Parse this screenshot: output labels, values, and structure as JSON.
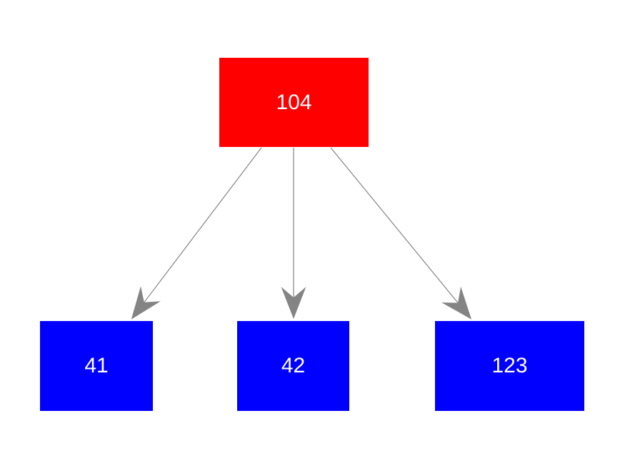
{
  "diagram": {
    "type": "tree-graph",
    "background_color": "#ffffff",
    "edge_color": "#848484",
    "nodes": [
      {
        "id": "104",
        "label": "104",
        "shape": "box",
        "color": "#ff0000",
        "text_color": "#ffffff",
        "level": "root"
      },
      {
        "id": "41",
        "label": "41",
        "shape": "box",
        "color": "#0000ff",
        "text_color": "#ffffff",
        "level": "child"
      },
      {
        "id": "42",
        "label": "42",
        "shape": "box",
        "color": "#0000ff",
        "text_color": "#ffffff",
        "level": "child"
      },
      {
        "id": "123",
        "label": "123",
        "shape": "box",
        "color": "#0000ff",
        "text_color": "#ffffff",
        "level": "child"
      }
    ],
    "edges": [
      {
        "from": "104",
        "to": "41",
        "arrow": "to"
      },
      {
        "from": "104",
        "to": "42",
        "arrow": "to"
      },
      {
        "from": "104",
        "to": "123",
        "arrow": "to"
      }
    ]
  }
}
